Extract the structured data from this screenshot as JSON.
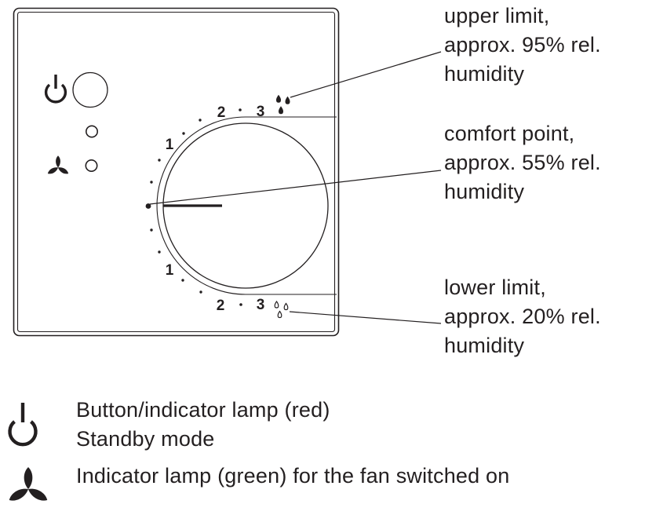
{
  "colors": {
    "ink": "#231f20",
    "background": "#ffffff"
  },
  "device_panel": {
    "scale_labels": {
      "one": "1",
      "two": "2",
      "three": "3"
    },
    "icons": {
      "power": "power-icon",
      "standby_button": "standby-button",
      "standby_lamp": "indicator-lamp-standby",
      "fan": "fan-icon",
      "fan_lamp": "indicator-lamp-fan",
      "humidity_high": "droplets-filled-icon",
      "humidity_low": "droplets-outline-icon",
      "comfort_marker": "comfort-point-dot"
    }
  },
  "annotations": {
    "upper_limit": {
      "line1": "upper limit,",
      "line2": "approx. 95% rel.",
      "line3": "humidity"
    },
    "comfort_point": {
      "line1": "comfort point,",
      "line2": "approx. 55% rel.",
      "line3": "humidity"
    },
    "lower_limit": {
      "line1": "lower limit,",
      "line2": "approx. 20% rel.",
      "line3": "humidity"
    }
  },
  "legend": {
    "standby": {
      "line1": "Button/indicator lamp (red)",
      "line2": "Standby mode"
    },
    "fan": {
      "line1": "Indicator lamp (green) for the fan switched on"
    }
  }
}
